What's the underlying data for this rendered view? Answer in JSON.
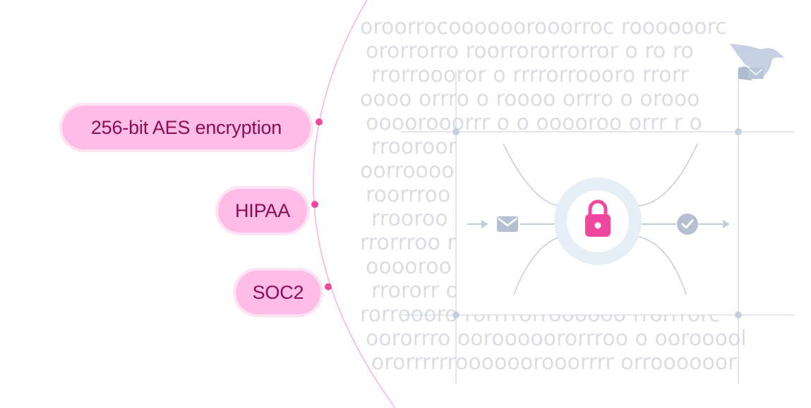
{
  "features": [
    {
      "label": "256-bit AES encryption"
    },
    {
      "label": "HIPAA"
    },
    {
      "label": "SOC2"
    }
  ],
  "icons": {
    "logo": "eagle-mail-icon",
    "center": "padlock-icon",
    "left": "envelope-icon",
    "right": "checkmark-circle-icon"
  },
  "colors": {
    "accent_pink": "#f0489f",
    "pill_fill": "#fdbde6",
    "pill_text": "#8a0c56",
    "curve": "#f7b3dc",
    "frame": "#c8d0dd",
    "icon_gray": "#b5c0d0",
    "lock_halo": "#e6eef8",
    "binary": "#dcdde2"
  },
  "background_rows": [
    "oroorrocoooooorooorroc roooooorc",
    "ororrorro roorrororrorror o ro ro",
    "rrorroooror o rrrrorroooro rrorr",
    "oooo orrro o roooo orrro o orooo",
    "oooorooorrr o o ooooroo orrr r o",
    "rrooroor rrooro",
    "oorroooo oorroo",
    "roorrroo oorrrc",
    "rrooroo rroorc",
    "rrorrroo rrorrrc",
    "ooooroo oooorc",
    "rrororr orrorc",
    "rorroooro rorrrrorroooooo rrorrrorc",
    "oororrro oorooooororrroo o oorooool",
    "ororrrrrroooooorooorrrr orroooooor"
  ]
}
